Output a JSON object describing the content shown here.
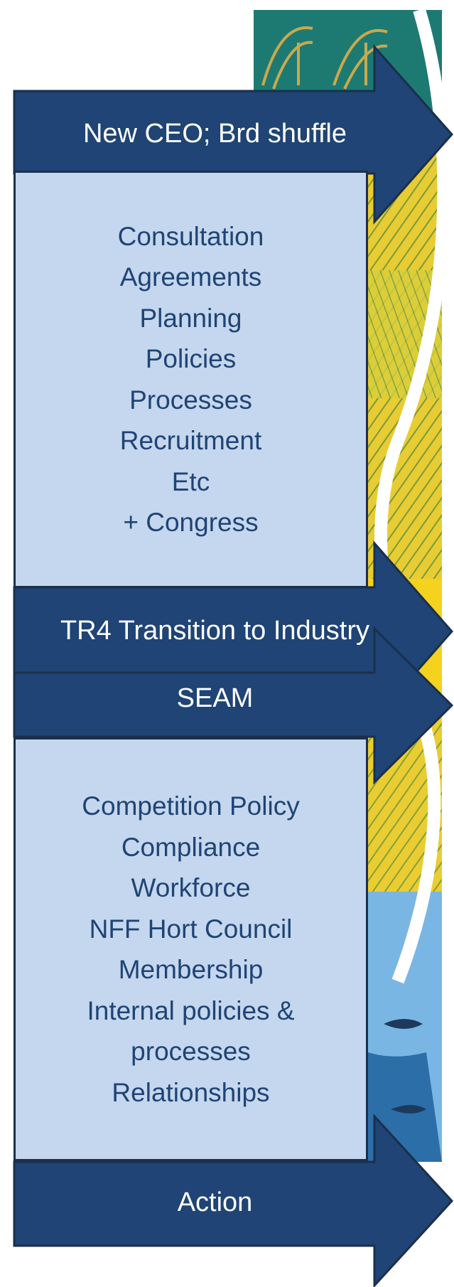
{
  "arrows": [
    {
      "label": "New CEO; Brd shuffle"
    },
    {
      "label": "TR4 Transition to Industry"
    },
    {
      "label": "SEAM"
    },
    {
      "label": "Action"
    }
  ],
  "box1": {
    "items": [
      "Consultation",
      "Agreements",
      "Planning",
      "Policies",
      "Processes",
      "Recruitment",
      "Etc",
      "+ Congress"
    ]
  },
  "box2": {
    "items": [
      "Competition Policy",
      "Compliance",
      "Workforce",
      "NFF Hort Council",
      "Membership",
      "Internal policies &",
      "processes",
      "Relationships"
    ]
  },
  "colors": {
    "arrow_fill": "#1f4475",
    "arrow_stroke": "#1b2f4d",
    "box_fill": "#c5d7ee",
    "box_text": "#1f4475",
    "arrow_text": "#ffffff"
  }
}
